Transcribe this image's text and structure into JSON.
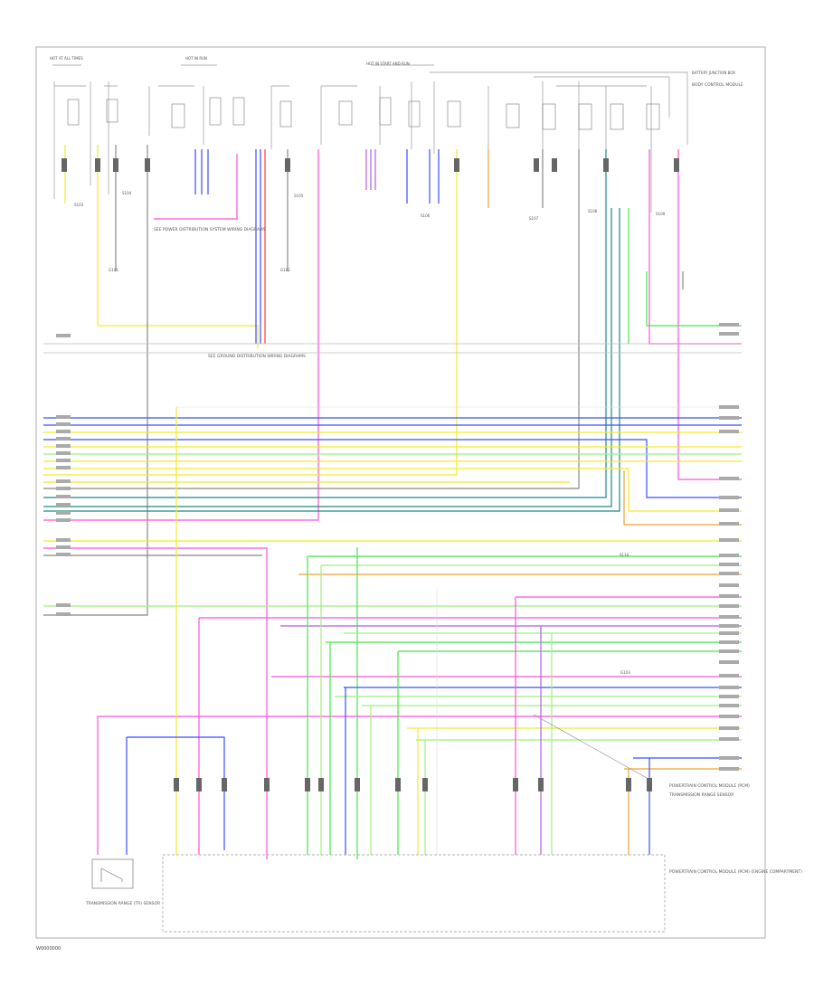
{
  "diagram": {
    "footer_code": "W0000000",
    "fuse_box_labels": [
      "HOT AT ALL TIMES",
      "HOT IN RUN",
      "HOT IN START AND RUN",
      "BATTERY JUNCTION BOX"
    ],
    "splice_labels": [
      "S103",
      "S104",
      "S105",
      "S106",
      "S107",
      "S108",
      "S109",
      "S110"
    ],
    "grounds": [
      "G101",
      "G102",
      "G103"
    ],
    "notes": [
      "SEE POWER DISTRIBUTION SYSTEM WIRING DIAGRAMS",
      "SEE GROUND DISTRIBUTION WIRING DIAGRAMS",
      "BODY CONTROL MODULE",
      "POWERTRAIN CONTROL MODULE (PCM)",
      "TRANSMISSION RANGE SENSOR"
    ],
    "pcm_label": "POWERTRAIN CONTROL MODULE (PCM) (ENGINE COMPARTMENT)",
    "switch_label": "TRANSMISSION RANGE (TR) SENSOR",
    "wire_colors": {
      "yellow": "#f2ea2a",
      "pink": "#ff4fd8",
      "blue": "#3b4dff",
      "green": "#44e84a",
      "teal": "#1a8a8a",
      "orange": "#f0a030",
      "violet": "#b060e0",
      "grey": "#888888",
      "ltgreen": "#9cf27a",
      "red": "#ff3b3b"
    }
  }
}
